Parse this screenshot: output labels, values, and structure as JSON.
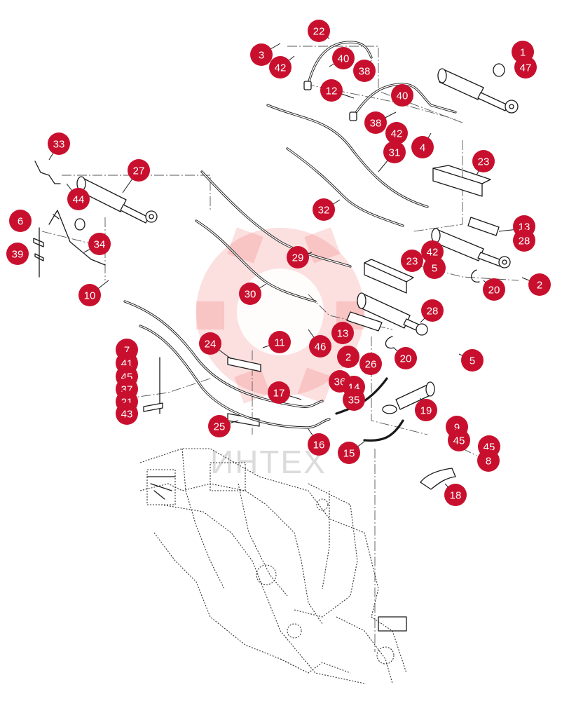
{
  "watermark": {
    "text": "ИНТЕХ"
  },
  "callout_color": "#c8102e",
  "callouts": [
    "22",
    "3",
    "42",
    "40",
    "38",
    "12",
    "1",
    "47",
    "40",
    "38",
    "42",
    "4",
    "31",
    "33",
    "27",
    "23",
    "44",
    "32",
    "6",
    "34",
    "13",
    "39",
    "28",
    "29",
    "42",
    "23",
    "5",
    "10",
    "20",
    "2",
    "30",
    "28",
    "7",
    "11",
    "24",
    "46",
    "13",
    "2",
    "20",
    "5",
    "41",
    "45",
    "37",
    "21",
    "43",
    "26",
    "36",
    "14",
    "35",
    "17",
    "19",
    "25",
    "9",
    "45",
    "45",
    "8",
    "16",
    "15",
    "18"
  ]
}
